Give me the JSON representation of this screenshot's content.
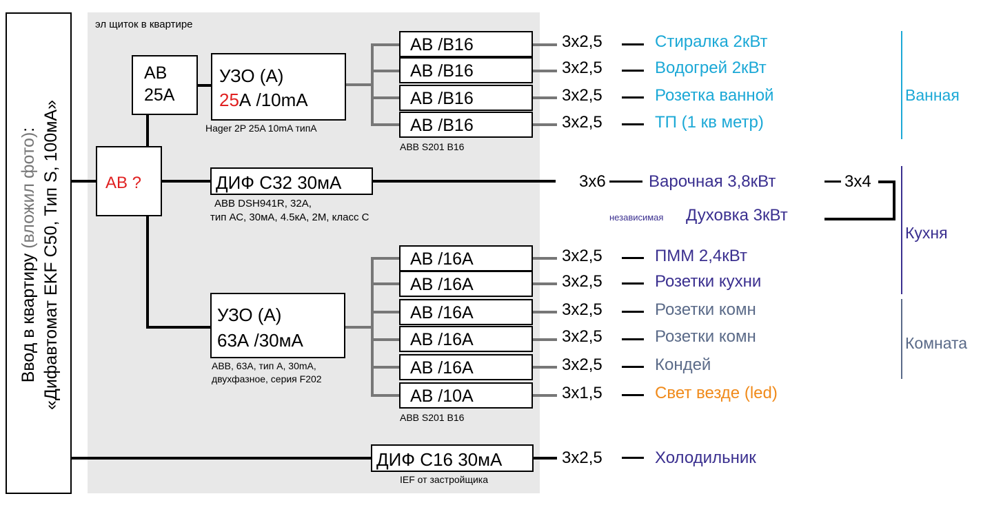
{
  "panel_label": "эл щиток в квартире",
  "input": {
    "line1_a": "Ввод в квартиру ",
    "line1_b": "(вложил фото)",
    "line1_c": ":",
    "line2": "«Дифавтомат EKF C50, Тип S, 100мА»"
  },
  "main_breaker": "АВ ?",
  "ab25": {
    "line1": "АВ",
    "line2": "25А"
  },
  "rcd1": {
    "line1": "УЗО (А)",
    "rating_red": "25",
    "rating_rest": "А /10mA",
    "note": "Hager 2P 25A 10mA типА"
  },
  "group1_note": "ABB S201 B16",
  "group1": [
    {
      "breaker": "АВ /В16",
      "cable": "3x2,5",
      "load": "Стиралка 2кВт"
    },
    {
      "breaker": "АВ /В16",
      "cable": "3x2,5",
      "load": "Водогрей 2кВт"
    },
    {
      "breaker": "АВ /В16",
      "cable": "3x2,5",
      "load": "Розетка ванной"
    },
    {
      "breaker": "АВ /В16",
      "cable": "3x2,5",
      "load": "ТП (1 кв метр)"
    }
  ],
  "dif32": {
    "label": "ДИФ С32 30мА",
    "note1": "ABB DSH941R, 32A,",
    "note2": "тип АС, 30мА, 4.5кА, 2М, класс С",
    "cable": "3x6",
    "load": "Варочная 3,8кВт",
    "branch_cable": "3x4",
    "oven_prefix": "независимая",
    "oven": "Духовка 3кВт"
  },
  "rcd2": {
    "line1": "УЗО (А)",
    "line2": "63А  /30мА",
    "note1": "ABB, 63A, тип А, 30mA,",
    "note2": "двухфазное, серия F202"
  },
  "group2_note": "ABB S201 B16",
  "group2": [
    {
      "breaker": "АВ /16А",
      "cable": "3x2,5",
      "load": "ПММ 2,4кВт"
    },
    {
      "breaker": "АВ /16А",
      "cable": "3x2,5",
      "load": "Розетки кухни"
    },
    {
      "breaker": "АВ /16А",
      "cable": "3x2,5",
      "load": "Розетки комн"
    },
    {
      "breaker": "АВ /16А",
      "cable": "3x2,5",
      "load": "Розетки комн"
    },
    {
      "breaker": "АВ /16А",
      "cable": "3x2,5",
      "load": "Кондей"
    },
    {
      "breaker": "АВ /10А",
      "cable": "3x1,5",
      "load": "Свет везде (led)"
    }
  ],
  "dif16": {
    "label": "ДИФ С16 30мА",
    "note": "IEF  от застройщика",
    "cable": "3x2,5",
    "load": "Холодильник"
  },
  "rooms": {
    "bath": "Ванная",
    "kitchen": "Кухня",
    "room": "Комната"
  },
  "colors": {
    "bath": "#1ba8d6",
    "kitchen": "#3a2f8f",
    "room": "#5a6a88",
    "light": "#f08a1a",
    "red": "#e02020",
    "panel": "#e8e8e8"
  }
}
